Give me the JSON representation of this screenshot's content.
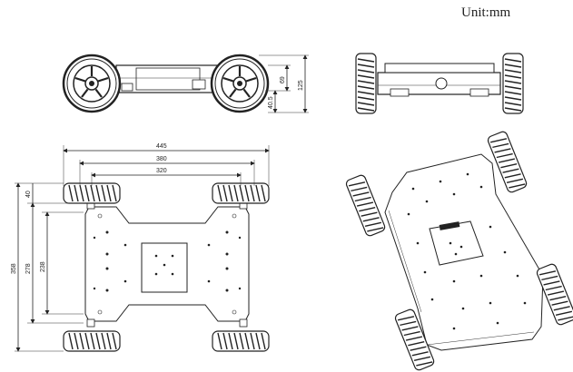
{
  "unit_label": "Unit:mm",
  "dimensions": {
    "side_height_69": "69",
    "side_height_40_5": "40.5",
    "side_height_125": "125",
    "top_width_445": "445",
    "top_width_380": "380",
    "top_width_320": "320",
    "top_length_40": "40",
    "top_length_358": "358",
    "top_length_278": "278",
    "top_length_238": "238"
  },
  "colors": {
    "line": "#222222",
    "background": "#ffffff"
  }
}
